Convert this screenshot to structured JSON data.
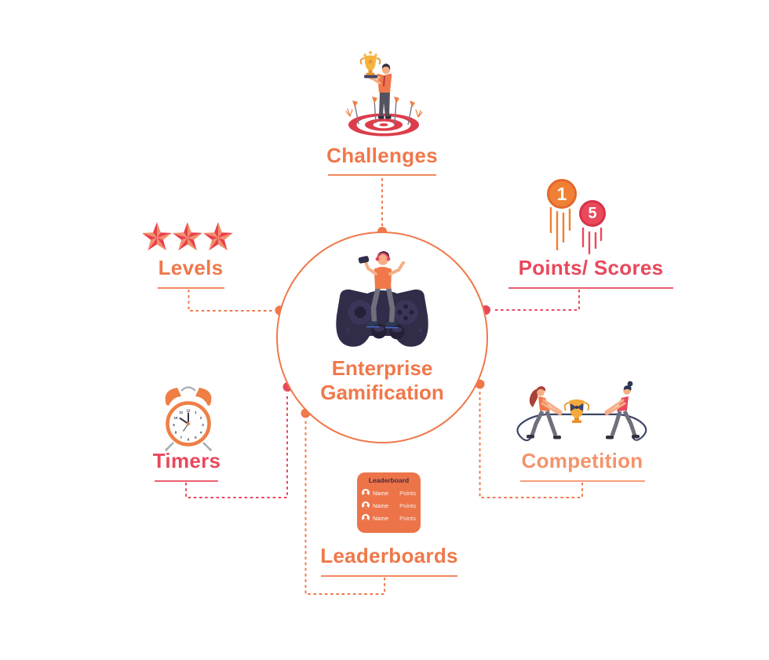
{
  "title": "Enterprise Gamification infographic",
  "palette": {
    "orange": "#F0784A",
    "salmon": "#F5936B",
    "red": "#E9485C",
    "navy": "#322E49",
    "gold": "#F3A93B",
    "card_orange": "#ED7449",
    "target_red": "#DC3D4B"
  },
  "center": {
    "line1": "Enterprise",
    "line2": "Gamification"
  },
  "nodes": {
    "challenges": {
      "label": "Challenges"
    },
    "points_scores": {
      "label": "Points/ Scores",
      "badges": [
        "1",
        "5"
      ]
    },
    "levels": {
      "label": "Levels"
    },
    "timers": {
      "label": "Timers",
      "clock_numbers": [
        "12",
        "1",
        "2",
        "3",
        "4",
        "5",
        "6",
        "7",
        "8",
        "9",
        "10",
        "11"
      ]
    },
    "competition": {
      "label": "Competition"
    },
    "leaderboards": {
      "label": "Leaderboards",
      "card": {
        "title": "Leaderboard",
        "rows": [
          {
            "name": "Name",
            "points": "Points"
          },
          {
            "name": "Name",
            "points": "Points"
          },
          {
            "name": "Name",
            "points": "Points"
          }
        ]
      }
    }
  }
}
